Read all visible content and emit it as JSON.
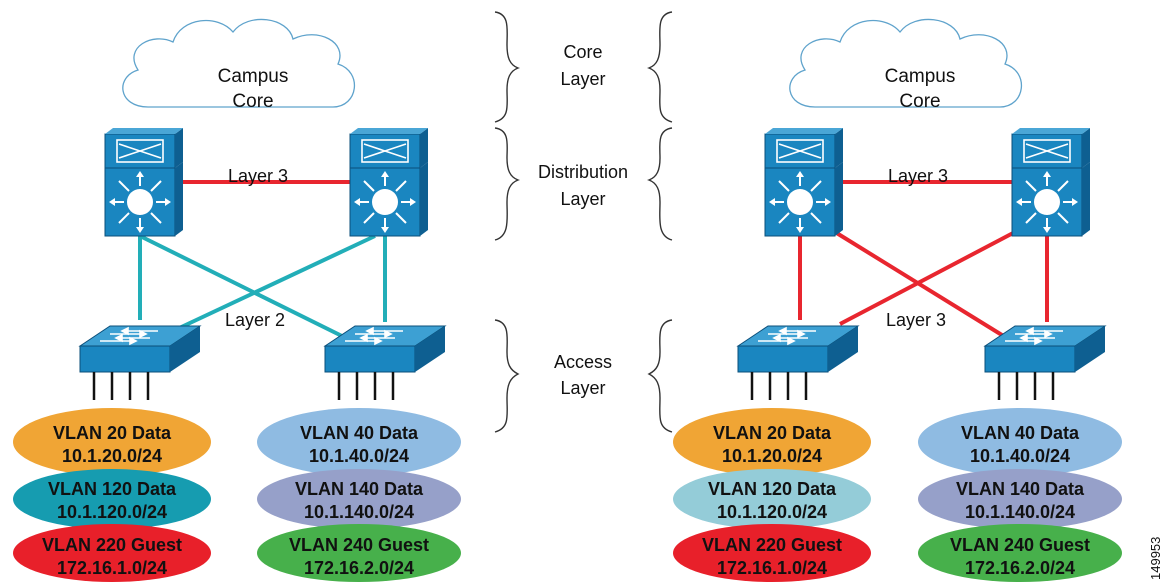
{
  "core_cloud_label": [
    "Campus",
    "Core"
  ],
  "layers": {
    "core": [
      "Core",
      "Layer"
    ],
    "distribution": [
      "Distribution",
      "Layer"
    ],
    "access": [
      "Access",
      "Layer"
    ]
  },
  "left_topology": {
    "distribution_link_label": "Layer 3",
    "access_link_label": "Layer 2"
  },
  "right_topology": {
    "distribution_link_label": "Layer 3",
    "access_link_label": "Layer 3"
  },
  "vlans_left_access_1": [
    {
      "name": "VLAN 20 Data",
      "subnet": "10.1.20.0/24"
    },
    {
      "name": "VLAN 120 Data",
      "subnet": "10.1.120.0/24"
    },
    {
      "name": "VLAN 220 Guest",
      "subnet": "172.16.1.0/24"
    }
  ],
  "vlans_left_access_2": [
    {
      "name": "VLAN 40 Data",
      "subnet": "10.1.40.0/24"
    },
    {
      "name": "VLAN 140 Data",
      "subnet": "10.1.140.0/24"
    },
    {
      "name": "VLAN 240 Guest",
      "subnet": "172.16.2.0/24"
    }
  ],
  "vlans_right_access_1": [
    {
      "name": "VLAN 20 Data",
      "subnet": "10.1.20.0/24"
    },
    {
      "name": "VLAN 120 Data",
      "subnet": "10.1.120.0/24"
    },
    {
      "name": "VLAN 220 Guest",
      "subnet": "172.16.1.0/24"
    }
  ],
  "vlans_right_access_2": [
    {
      "name": "VLAN 40 Data",
      "subnet": "10.1.40.0/24"
    },
    {
      "name": "VLAN 140 Data",
      "subnet": "10.1.140.0/24"
    },
    {
      "name": "VLAN 240 Guest",
      "subnet": "172.16.2.0/24"
    }
  ],
  "colors": {
    "layer3_link": "#e8262f",
    "layer2_link": "#22aeb8",
    "switch_face": "#1a86c0",
    "switch_side": "#0e5f91",
    "vlan_orange": "#f0a535",
    "vlan_teal": "#169cb0",
    "vlan_light_teal": "#94ccd8",
    "vlan_light_blue": "#8fbbe2",
    "vlan_lavender": "#96a0c9",
    "vlan_red": "#e8202a",
    "vlan_green": "#47b04b"
  },
  "figure_id": "149953"
}
